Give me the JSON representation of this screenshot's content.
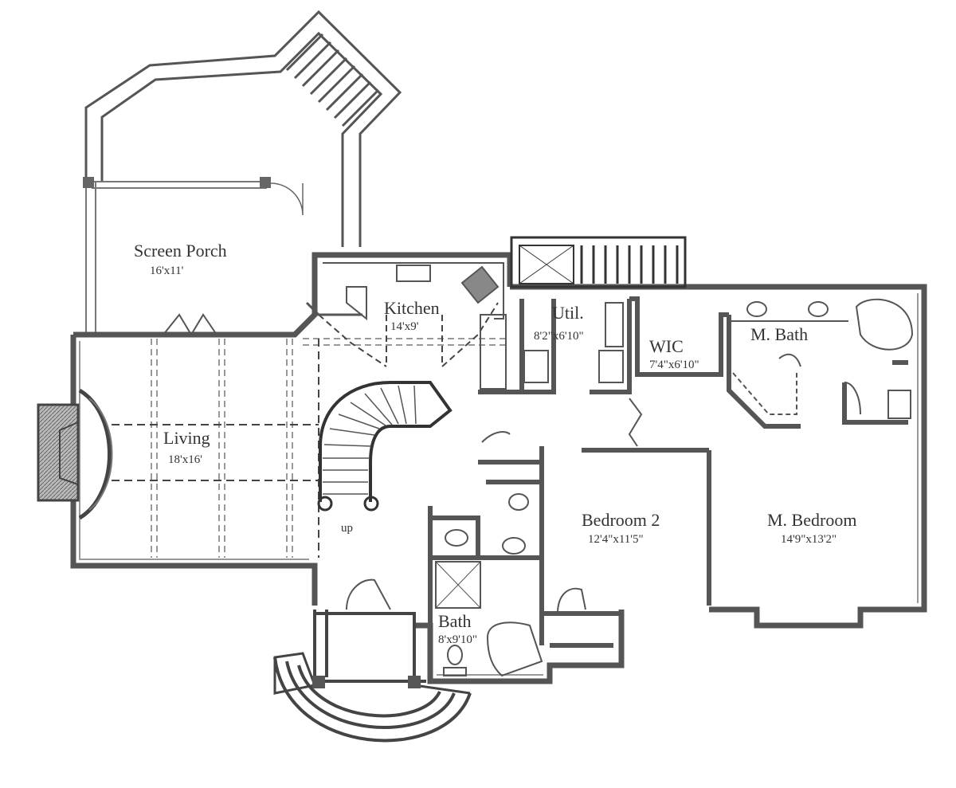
{
  "rooms": {
    "screen_porch": {
      "name": "Screen Porch",
      "dims": "16'x11'"
    },
    "kitchen": {
      "name": "Kitchen",
      "dims": "14'x9'"
    },
    "util": {
      "name": "Util.",
      "dims": "8'2\"x6'10\""
    },
    "wic": {
      "name": "WIC",
      "dims": "7'4\"x6'10\""
    },
    "m_bath": {
      "name": "M. Bath"
    },
    "living": {
      "name": "Living",
      "dims": "18'x16'"
    },
    "bedroom2": {
      "name": "Bedroom 2",
      "dims": "12'4\"x11'5\""
    },
    "m_bedroom": {
      "name": "M. Bedroom",
      "dims": "14'9\"x13'2\""
    },
    "bath": {
      "name": "Bath",
      "dims": "8'x9'10\""
    }
  },
  "stair_label": "up",
  "colors": {
    "wall": "#555555",
    "wall_fill": "#8a8a8a",
    "line": "#444444",
    "dash": "#666666"
  }
}
